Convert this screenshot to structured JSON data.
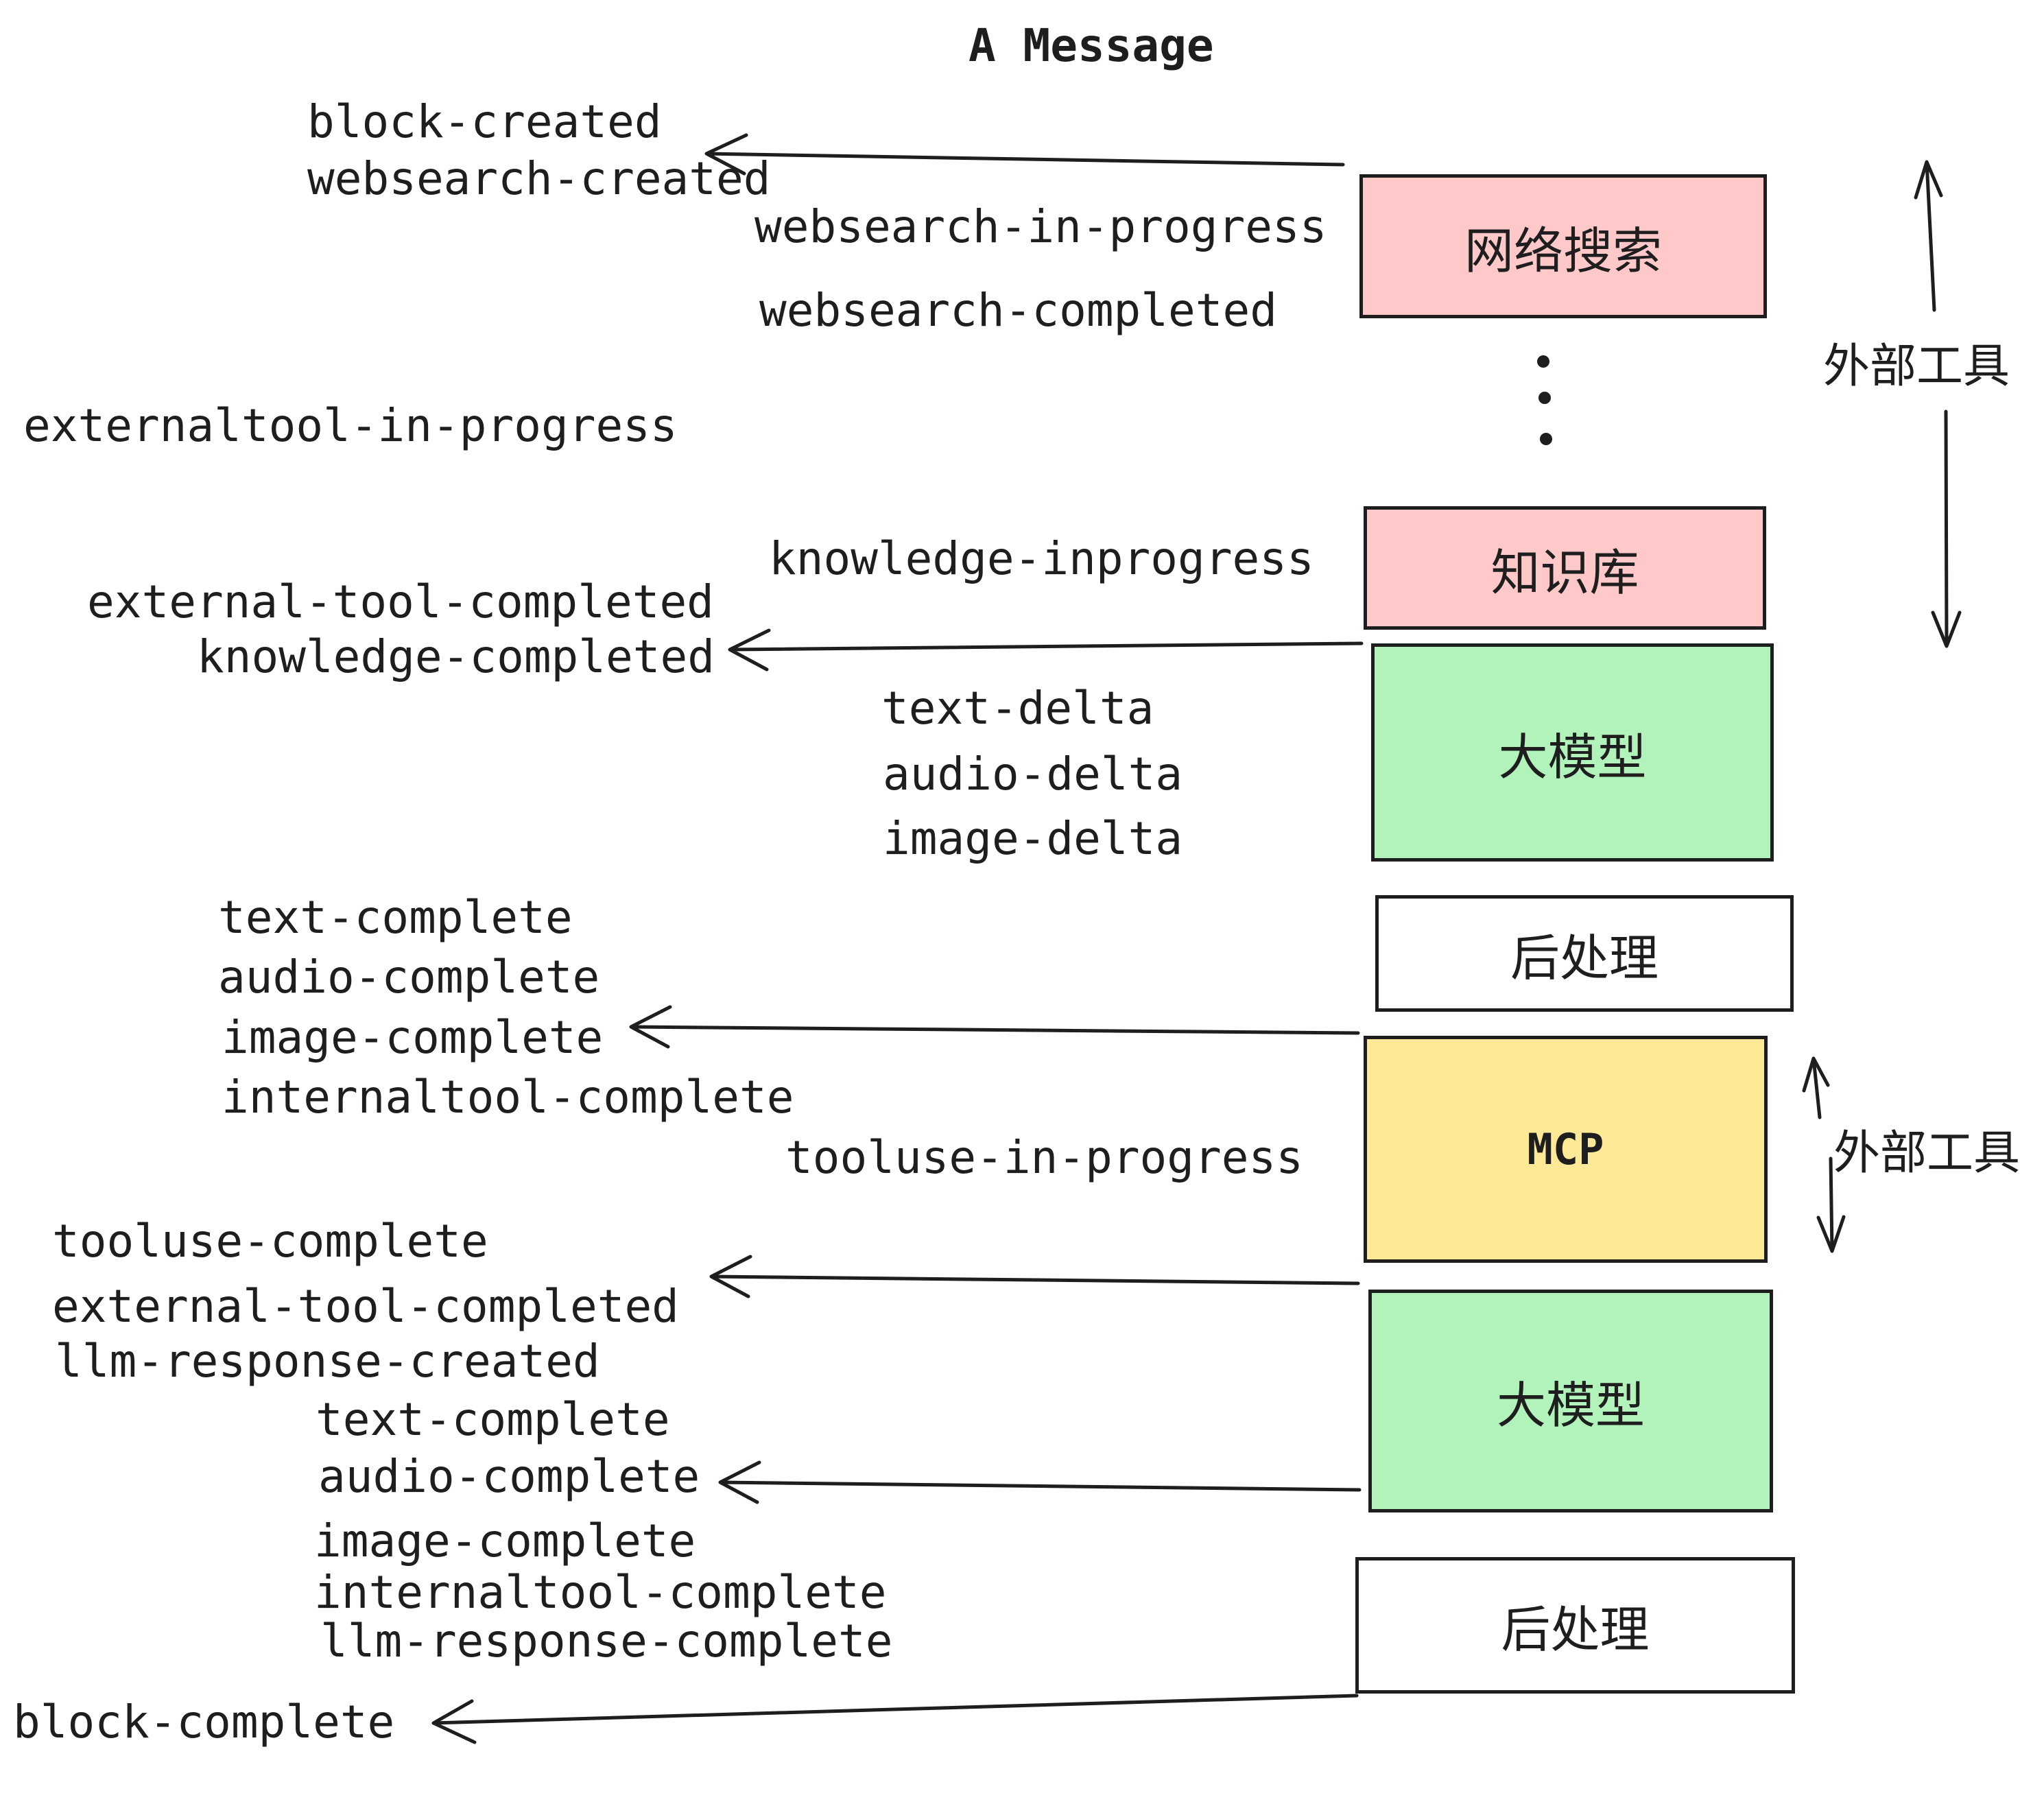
{
  "title": "A Message",
  "colors": {
    "pink": "#ffc9c9",
    "green": "#b2f2bb",
    "yellow": "#fde996",
    "white": "#ffffff",
    "ink": "#1e1e1e"
  },
  "events": {
    "block_created": "block-created",
    "websearch_created": "websearch-created",
    "websearch_in_progress": "websearch-in-progress",
    "websearch_completed": "websearch-completed",
    "externaltool_in_progress": "externaltool-in-progress",
    "knowledge_inprogress": "knowledge-inprogress",
    "external_tool_completed_1": "external-tool-completed",
    "knowledge_completed": "knowledge-completed",
    "text_delta_1": "text-delta",
    "audio_delta_1": "audio-delta",
    "image_delta_1": "image-delta",
    "text_complete_1": "text-complete",
    "audio_complete_1": "audio-complete",
    "image_complete_1": "image-complete",
    "internaltool_complete_1": "internaltool-complete",
    "tooluse_in_progress": "tooluse-in-progress",
    "tooluse_complete": "tooluse-complete",
    "external_tool_completed_2": "external-tool-completed",
    "llm_response_created": "llm-response-created",
    "text_complete_2": "text-complete",
    "audio_complete_2": "audio-complete",
    "image_complete_2": "image-complete",
    "internaltool_complete_2": "internaltool-complete",
    "llm_response_complete": "llm-response-complete",
    "block_complete": "block-complete"
  },
  "boxes": {
    "websearch": "网络搜索",
    "knowledge": "知识库",
    "llm_1": "大模型",
    "postprocess_1": "后处理",
    "mcp": "MCP",
    "llm_2": "大模型",
    "postprocess_2": "后处理"
  },
  "annotations": {
    "external_tools_top": "外部工具",
    "external_tools_bottom": "外部工具"
  },
  "icons": {
    "vertical_ellipsis": "⋮"
  }
}
